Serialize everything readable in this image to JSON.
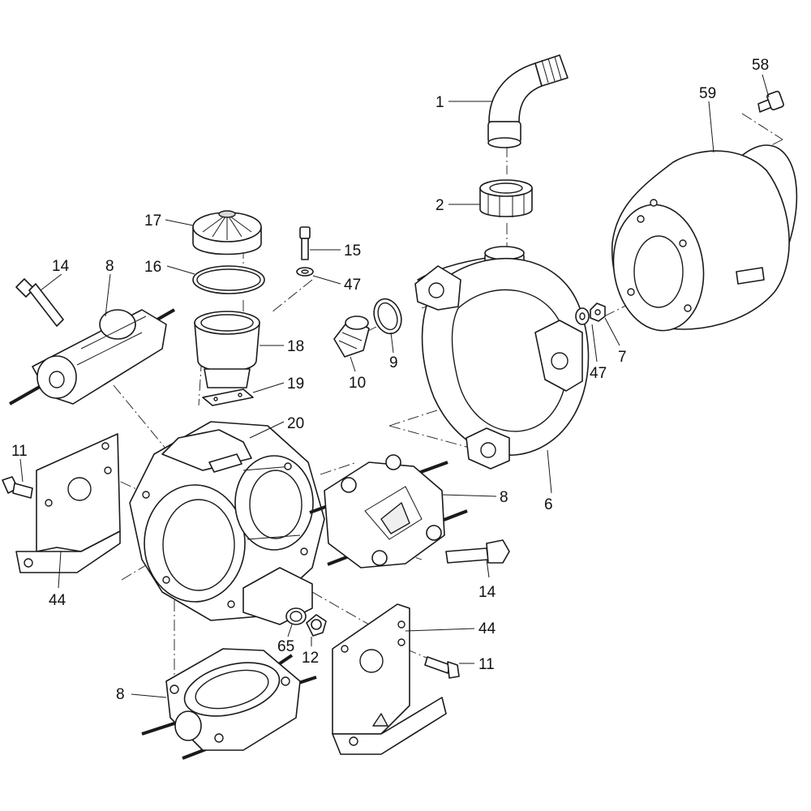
{
  "colors": {
    "line": "#1a1a1a",
    "fill": "#ffffff",
    "shade": "#efefef",
    "background": "#ffffff"
  },
  "callouts": {
    "c1": "1",
    "c2": "2",
    "c58": "58",
    "c59": "59",
    "c17": "17",
    "c15": "15",
    "c16": "16",
    "c47a": "47",
    "c14a": "14",
    "c8a": "8",
    "c18": "18",
    "c10": "10",
    "c9": "9",
    "c47b": "47",
    "c7": "7",
    "c19": "19",
    "c20": "20",
    "c11a": "11",
    "c8b": "8",
    "c6": "6",
    "c14b": "14",
    "c44a": "44",
    "c65": "65",
    "c12": "12",
    "c44b": "44",
    "c11b": "11",
    "c8c": "8"
  }
}
